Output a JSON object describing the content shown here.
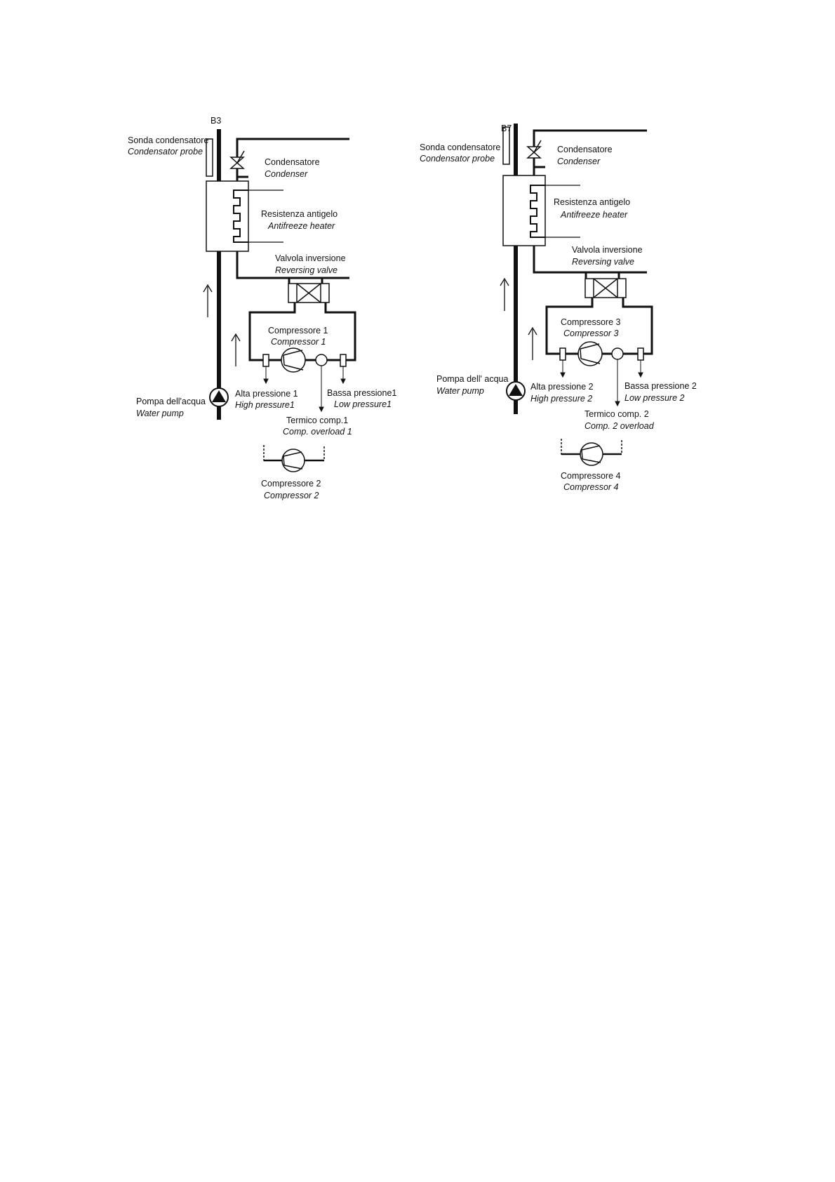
{
  "left": {
    "probe_id": "B3",
    "probe_it": "Sonda condensatore",
    "probe_en": "Condensator probe",
    "condenser_it": "Condensatore",
    "condenser_en": "Condenser",
    "heater_it": "Resistenza antigelo",
    "heater_en": "Antifreeze heater",
    "valve_it": "Valvola inversione",
    "valve_en": "Reversing valve",
    "comp_it": "Compressore 1",
    "comp_en": "Compressor 1",
    "pump_it": "Pompa dell'acqua",
    "pump_en": "Water pump",
    "hp_it": "Alta pressione 1",
    "hp_en": "High pressure1",
    "lp_it": "Bassa pressione1",
    "lp_en": "Low pressure1",
    "ol_it": "Termico comp.1",
    "ol_en": "Comp.  overload 1",
    "comp2_it": "Compressore 2",
    "comp2_en": "Compressor 2"
  },
  "right": {
    "probe_id": "B7",
    "probe_it": "Sonda condensatore",
    "probe_en": "Condensator probe",
    "condenser_it": "Condensatore",
    "condenser_en": "Condenser",
    "heater_it": "Resistenza  antigelo",
    "heater_en": "Antifreeze heater",
    "valve_it": "Valvola inversione",
    "valve_en": "Reversing valve",
    "comp_it": "Compressore 3",
    "comp_en": "Compressor 3",
    "pump_it": "Pompa dell' acqua",
    "pump_en": "Water pump",
    "hp_it": "Alta pressione 2",
    "hp_en": "High pressure 2",
    "lp_it": "Bassa pressione 2",
    "lp_en": "Low pressure 2",
    "ol_it": "Termico comp. 2",
    "ol_en": "Comp. 2 overload",
    "comp2_it": "Compressore 4",
    "comp2_en": "Compressor 4"
  }
}
